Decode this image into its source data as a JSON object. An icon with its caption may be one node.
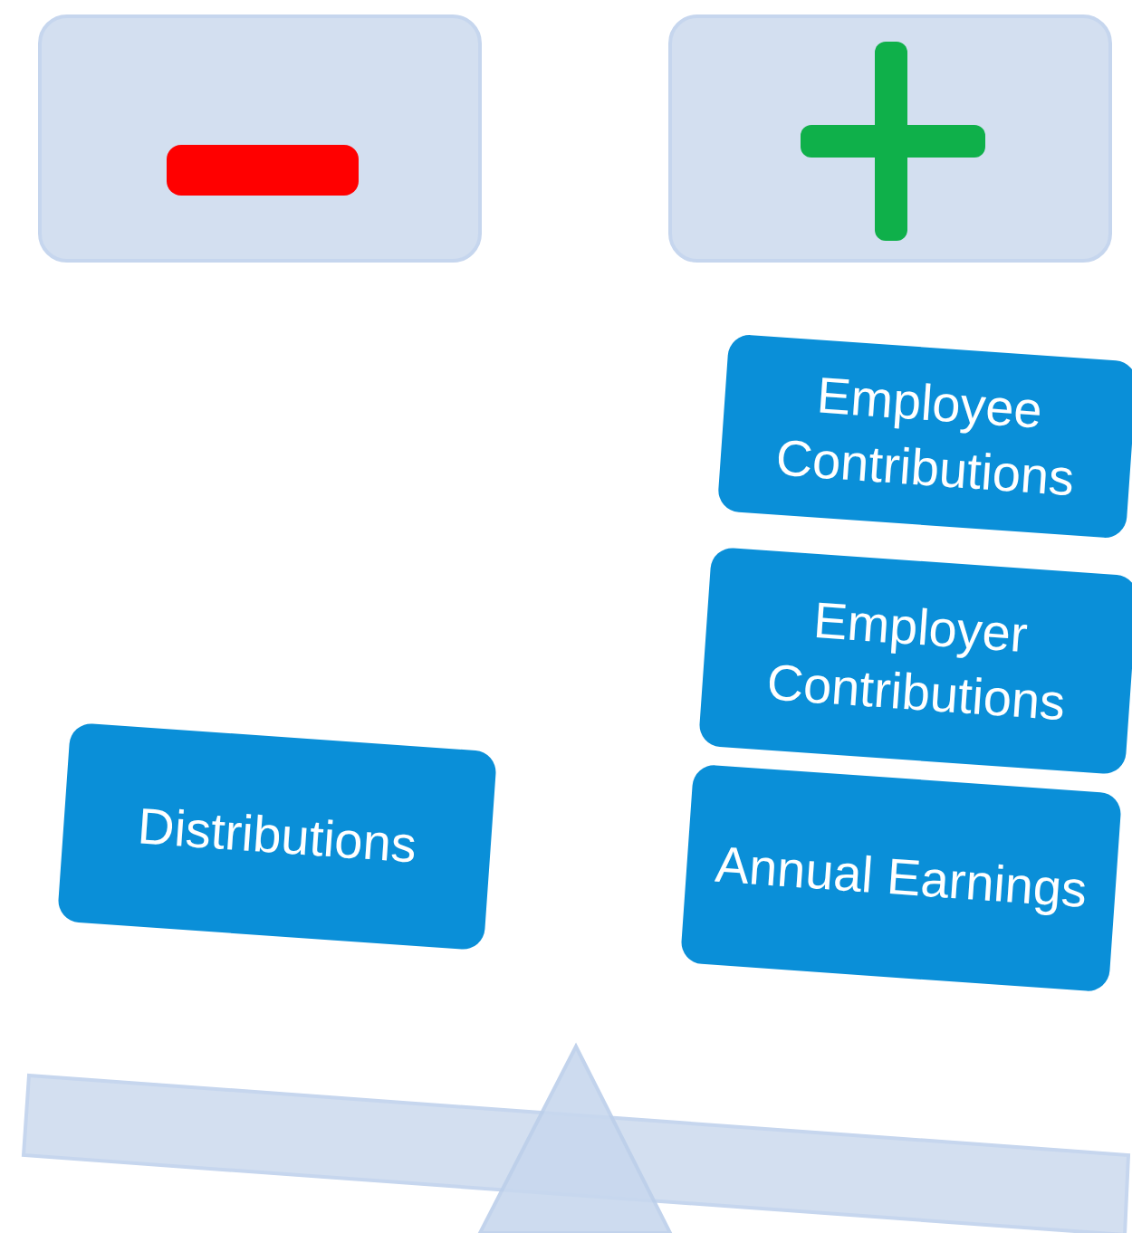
{
  "diagram": {
    "nodes": [
      {
        "text": [],
        "shape": "box"
      },
      {
        "text": [],
        "shape": "box"
      },
      {
        "text": [
          "Employee Contributions"
        ]
      },
      {
        "text": [
          "Employer Contributions"
        ]
      },
      {
        "text": [
          "Distributions"
        ]
      },
      {
        "text": [
          "Annual Earnings"
        ]
      }
    ]
  }
}
